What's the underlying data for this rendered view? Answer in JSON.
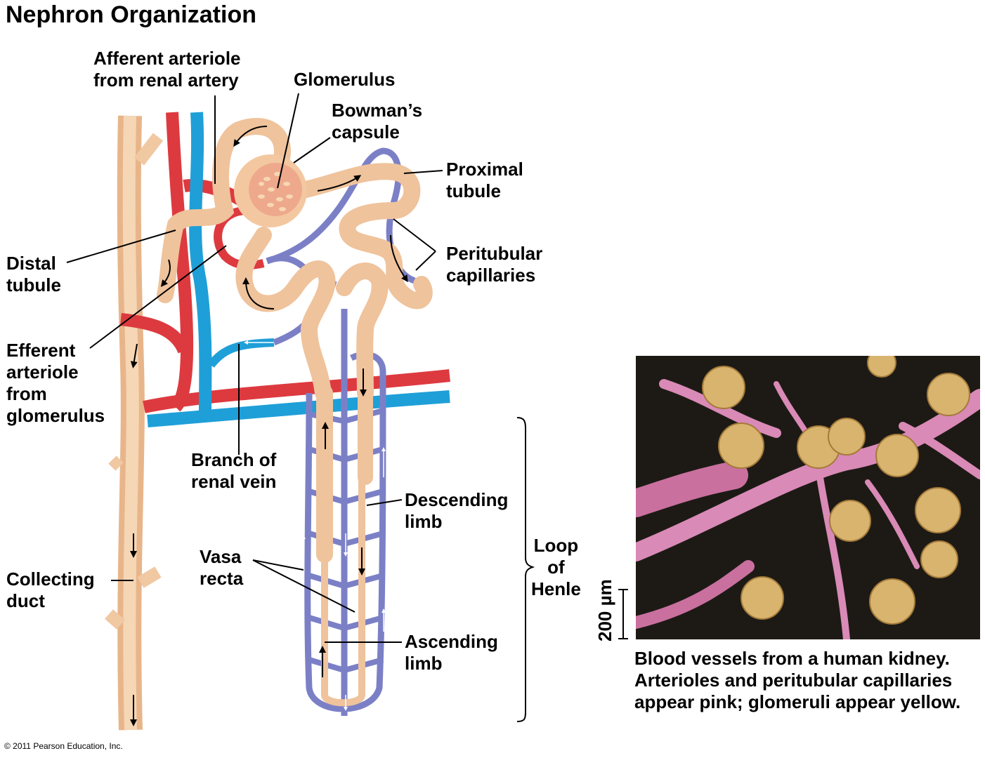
{
  "title": "Nephron Organization",
  "labels": {
    "afferent": "Afferent arteriole\nfrom renal artery",
    "glomerulus": "Glomerulus",
    "bowman": "Bowman’s\ncapsule",
    "proximal": "Proximal\ntubule",
    "peritubular": "Peritubular\ncapillaries",
    "distal": "Distal\ntubule",
    "efferent": "Efferent\narteriole\nfrom\nglomerulus",
    "renal_vein": "Branch of\nrenal vein",
    "descending": "Descending\nlimb",
    "ascending": "Ascending\nlimb",
    "vasa_recta": "Vasa\nrecta",
    "collecting": "Collecting\nduct",
    "loop": "Loop\nof\nHenle"
  },
  "photo": {
    "scale_bar": "200 µm",
    "caption": "Blood vessels from a human kidney. Arterioles and peritubular capillaries appear pink; glomeruli appear yellow."
  },
  "copyright": "© 2011 Pearson Education, Inc.",
  "colors": {
    "tubule": "#f2c9a0",
    "artery": "#e0383f",
    "vein": "#1f9fd8",
    "capillary": "#7b7fc4",
    "photo_pink": "#d77fb0",
    "photo_yellow": "#d8b46e"
  }
}
